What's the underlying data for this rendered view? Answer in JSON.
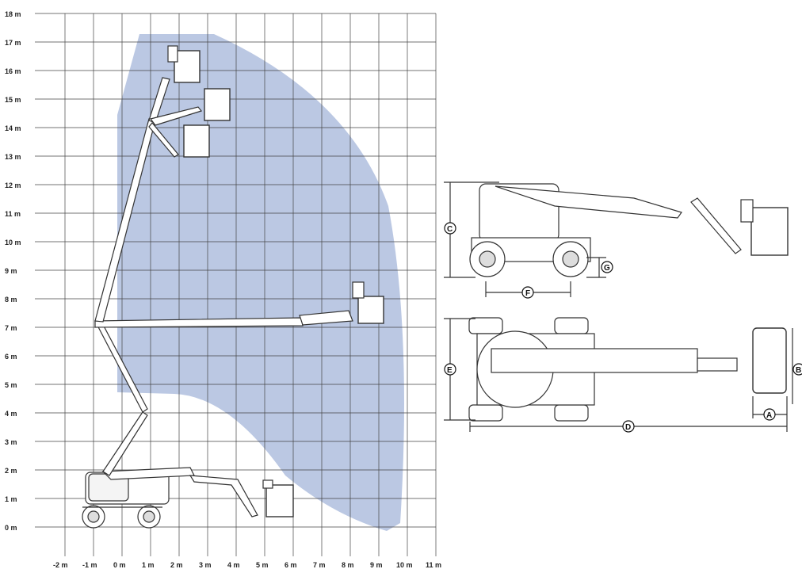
{
  "diagram": {
    "y_axis_labels": [
      "18 m",
      "17 m",
      "16 m",
      "15 m",
      "14 m",
      "13 m",
      "12 m",
      "11 m",
      "10 m",
      "9 m",
      "8 m",
      "7 m",
      "6 m",
      "5 m",
      "4 m",
      "3 m",
      "2 m",
      "1 m",
      "0 m"
    ],
    "x_axis_labels": [
      "-2 m",
      "-1 m",
      "0 m",
      "1 m",
      "2 m",
      "3 m",
      "4 m",
      "5 m",
      "6 m",
      "7 m",
      "8 m",
      "9 m",
      "10 m",
      "11 m"
    ],
    "envelope_color": "#b4c2e0",
    "line_color": "#333333"
  },
  "dimensions": {
    "A": "A",
    "B": "B",
    "C": "C",
    "D": "D",
    "E": "E",
    "F": "F",
    "G": "G"
  }
}
